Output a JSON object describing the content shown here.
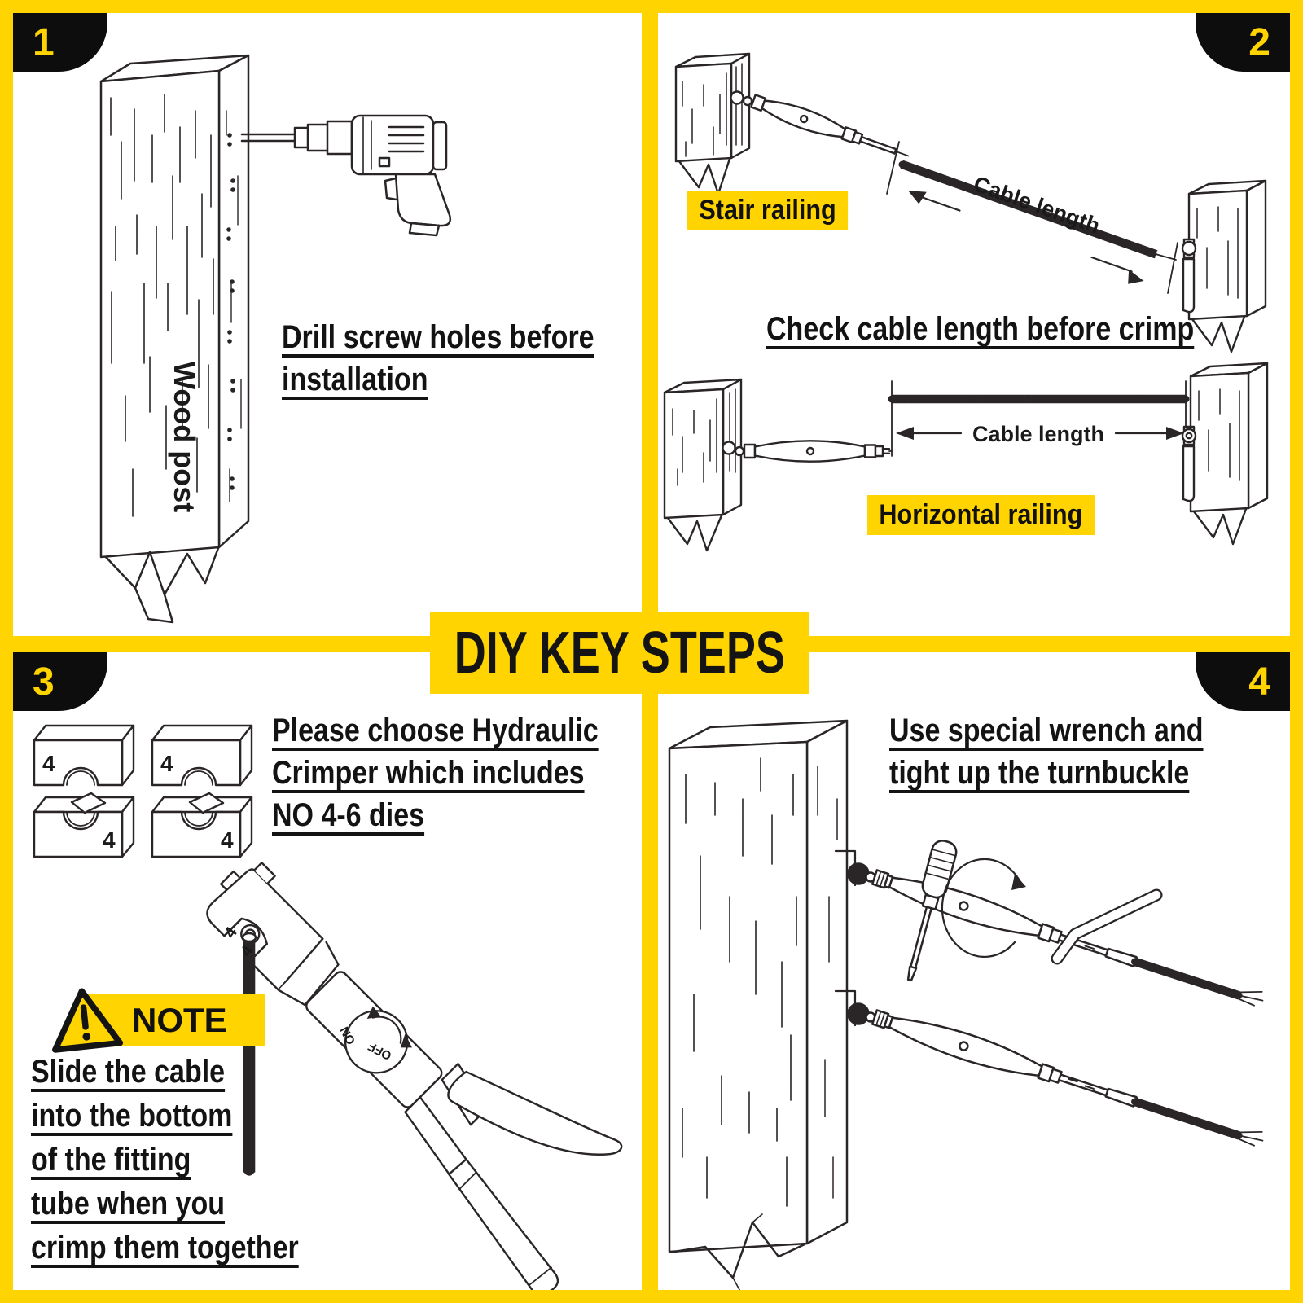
{
  "banner": {
    "title": "DIY KEY STEPS"
  },
  "colors": {
    "accent_yellow": "#FFD400",
    "ink": "#2A2526",
    "badge_background": "#0D0D0D"
  },
  "panels": {
    "step1": {
      "number": "1",
      "caption_line1": "Drill screw holes before",
      "caption_line2": "installation",
      "post_label": "Wood post"
    },
    "step2": {
      "number": "2",
      "stair_label": "Stair railing",
      "stair_cable_label": "Cable length",
      "caption": "Check cable length before crimp",
      "horizontal_cable_label": "Cable length",
      "horizontal_label": "Horizontal railing"
    },
    "step3": {
      "number": "3",
      "die_label": "4",
      "caption_line1": "Please choose Hydraulic",
      "caption_line2": "Crimper which includes",
      "caption_line3": "NO 4-6 dies",
      "note_label": "NOTE",
      "note_line1": "Slide the cable",
      "note_line2": "into the bottom",
      "note_line3": "of the fitting",
      "note_line4": "tube when you",
      "note_line5": "crimp them together",
      "dial_on": "ON",
      "dial_off": "OFF"
    },
    "step4": {
      "number": "4",
      "caption_line1": "Use special wrench and",
      "caption_line2": "tight up the turnbuckle"
    }
  }
}
